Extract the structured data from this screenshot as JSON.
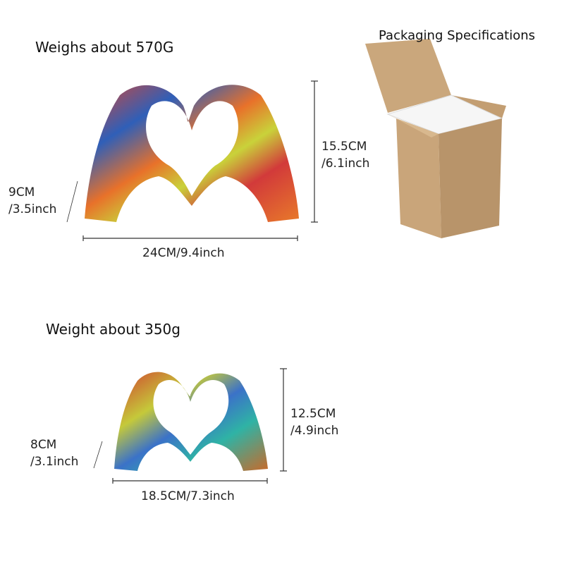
{
  "packaging": {
    "title": "Packaging Specifications"
  },
  "large": {
    "weight": "Weighs about 570G",
    "height_cm": "15.5CM",
    "height_in": "/6.1inch",
    "depth_cm": "9CM",
    "depth_in": "/3.5inch",
    "width": "24CM/9.4inch"
  },
  "small": {
    "weight": "Weight about 350g",
    "height_cm": "12.5CM",
    "height_in": "/4.9inch",
    "depth_cm": "8CM",
    "depth_in": "/3.1inch",
    "width": "18.5CM/7.3inch"
  },
  "colors": {
    "box": "#c9a57a",
    "box_dark": "#b08a5e",
    "foam": "#f6f6f6"
  }
}
